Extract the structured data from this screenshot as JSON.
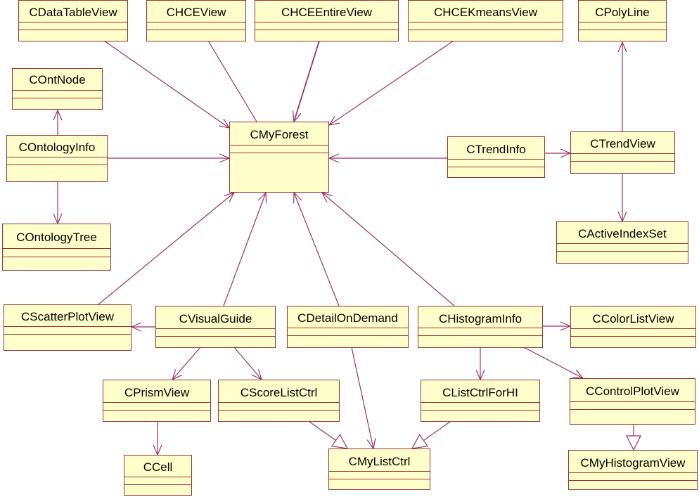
{
  "classes": {
    "datatable": "CDataTableView",
    "hceview": "CHCEView",
    "hceentire": "CHCEEntireView",
    "hcekmeans": "CHCEKmeansView",
    "polyline": "CPolyLine",
    "ontnode": "COntNode",
    "ontinfo": "COntologyInfo",
    "myforest": "CMyForest",
    "trendinfo": "CTrendInfo",
    "trendview": "CTrendView",
    "onttree": "COntologyTree",
    "activeindex": "CActiveIndexSet",
    "scatter": "CScatterPlotView",
    "visualguide": "CVisualGuide",
    "detail": "CDetailOnDemand",
    "histinfo": "CHistogramInfo",
    "colorlist": "CColorListView",
    "prism": "CPrismView",
    "scorelist": "CScoreListCtrl",
    "listctrlhi": "CListCtrlForHI",
    "controlplot": "CControlPlotView",
    "cell": "CCell",
    "mylistctrl": "CMyListCtrl",
    "myhistogram": "CMyHistogramView"
  },
  "colors": {
    "fill": "#ffffcc",
    "border": "#993333",
    "line": "#993366"
  }
}
